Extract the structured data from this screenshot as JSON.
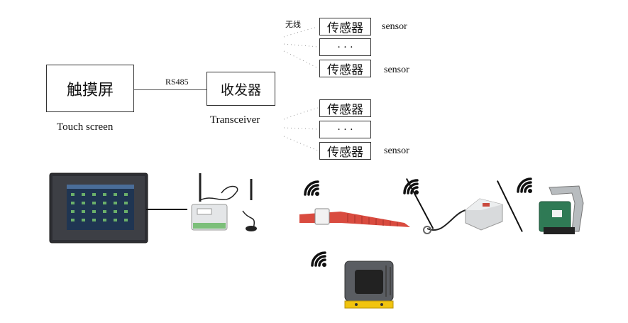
{
  "diagram": {
    "touch_screen_box": "触摸屏",
    "touch_screen_caption": "Touch screen",
    "link_label": "RS485",
    "transceiver_box": "收发器",
    "transceiver_caption": "Transceiver",
    "wireless_label": "无线",
    "sensor_box": "传感器",
    "ellipsis": "· · ·",
    "sensor_caption": "sensor"
  }
}
